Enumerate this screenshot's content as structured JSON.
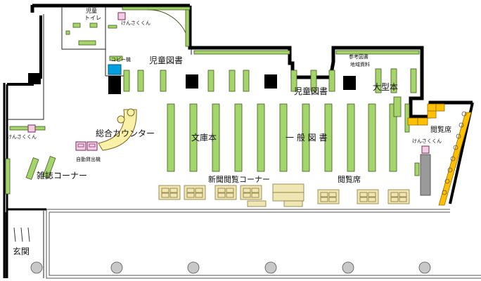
{
  "labels": {
    "kids_toilet_1": "児童",
    "kids_toilet_2": "トイレ",
    "kensaku_top": "けんさくくん",
    "copy_machine": "コピー機",
    "kids_books_1": "児童図書",
    "kids_books_2": "児童図書",
    "reference_1": "参考図書",
    "reference_2": "地域資料",
    "large_books": "大型本",
    "reading_seats_right": "閲覧席",
    "kensaku_right": "けんさくくん",
    "kensaku_left": "けんさくくん",
    "general_counter": "総合カウンター",
    "paperbacks": "文庫本",
    "general_books": "一 般 図 書",
    "self_checkout": "自動貸出機",
    "magazine_corner": "雑誌コーナー",
    "newspaper_corner": "新聞閲覧コーナー",
    "reading_seats_bottom": "閲覧席",
    "entrance": "玄関"
  },
  "colors": {
    "shelf": "#a6d46c",
    "shelf_border": "#3f5a1a",
    "table": "#efe6b4",
    "table_border": "#8a7a3a",
    "wall": "#000000",
    "counter": "#faf0a6",
    "terminal": "#f3cde3",
    "copy_machine": "#00a0e0",
    "seat_orange": "#ffc000",
    "gray_unit": "#9a9a9a",
    "column": "#c8c8c8"
  }
}
